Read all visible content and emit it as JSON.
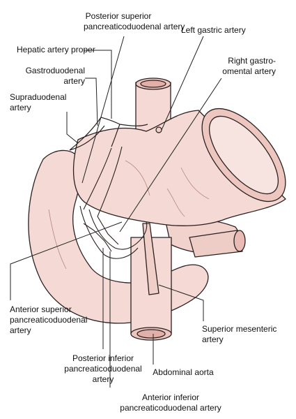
{
  "colors": {
    "tissue": "#f5d9d4",
    "tissue_dark": "#d9aaa2",
    "outline": "#2b2020",
    "vessel": "#f0cfc9",
    "leader": "#222222"
  },
  "labels": {
    "posterior_superior": [
      "Posterior superior",
      "pancreaticoduodenal artery"
    ],
    "left_gastric": [
      "Left gastric artery"
    ],
    "hepatic_proper": [
      "Hepatic artery proper"
    ],
    "gastroduodenal": [
      "Gastroduodenal",
      "artery"
    ],
    "right_gastroomental": [
      "Right gastro-",
      "omental artery"
    ],
    "supraduodenal": [
      "Supraduodenal",
      "artery"
    ],
    "anterior_superior": [
      "Anterior superior",
      "pancreaticoduodenal",
      "artery"
    ],
    "superior_mesenteric": [
      "Superior mesenteric",
      "artery"
    ],
    "posterior_inferior": [
      "Posterior inferior",
      "pancreaticoduodenal",
      "artery"
    ],
    "abdominal_aorta": [
      "Abdominal aorta"
    ],
    "anterior_inferior": [
      "Anterior inferior",
      "pancreaticoduodenal artery"
    ]
  }
}
